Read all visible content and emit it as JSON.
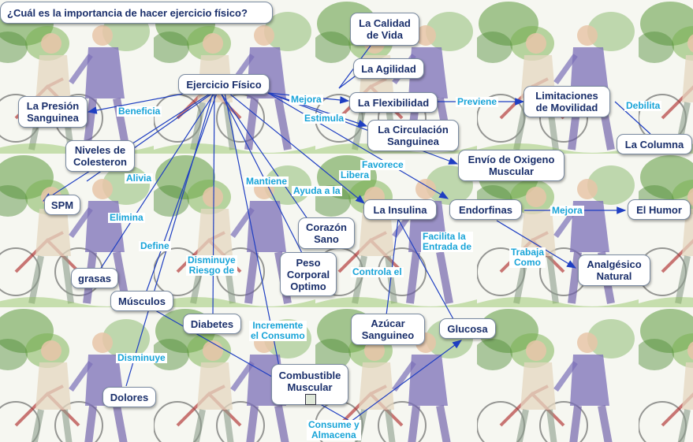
{
  "question": "¿Cuál es la importancia de hacer ejercicio físico?",
  "nodes": {
    "ejercicio": "Ejercicio Físico",
    "calidad": "La Calidad\nde Vida",
    "agilidad": "La Agilidad",
    "flexibilidad": "La Flexibilidad",
    "circulacion": "La Circulación\nSanguinea",
    "presion": "La Presión\nSanguinea",
    "colesterol": "Niveles de\nColesteron",
    "spm": "SPM",
    "grasas": "grasas",
    "musculos": "Músculos",
    "dolores": "Dolores",
    "diabetes": "Diabetes",
    "corazon": "Corazón\nSano",
    "peso": "Peso\nCorporal\nOptimo",
    "combustible": "Combustible\nMuscular",
    "insulina": "La Insulina",
    "azucar": "Azúcar\nSanguineo",
    "glucosa": "Glucosa",
    "oxigeno": "Envío de Oxigeno\nMuscular",
    "endorfinas": "Endorfinas",
    "humor": "El Humor",
    "analgesico": "Analgésico\nNatural",
    "movilidad": "Limitaciones\nde Movilidad",
    "columna": "La Columna"
  },
  "labels": {
    "beneficia": "Beneficia",
    "mejora": "Mejora",
    "estimula": "Estimula",
    "previene": "Previene",
    "debilita": "Debilita",
    "favorece": "Favorece",
    "libera": "Libera",
    "alivia": "Alivia",
    "elimina": "Elimina",
    "mantiene": "Mantiene",
    "ayuda": "Ayuda a la",
    "define": "Define",
    "disminuye_riesgo": "Disminuye\nRiesgo de",
    "facilita": "Facilita la\nEntrada de",
    "mejora2": "Mejora",
    "trabaja": "Trabaja\nComo",
    "controla": "Controla el",
    "incremente": "Incremente\nel Consumo",
    "disminuye": "Disminuye",
    "consume": "Consume y\nAlmacena"
  },
  "colors": {
    "node_text": "#1a2f6b",
    "label_text": "#18a4d8",
    "line": "#1f3fc2",
    "node_border": "#7a8aa0"
  }
}
